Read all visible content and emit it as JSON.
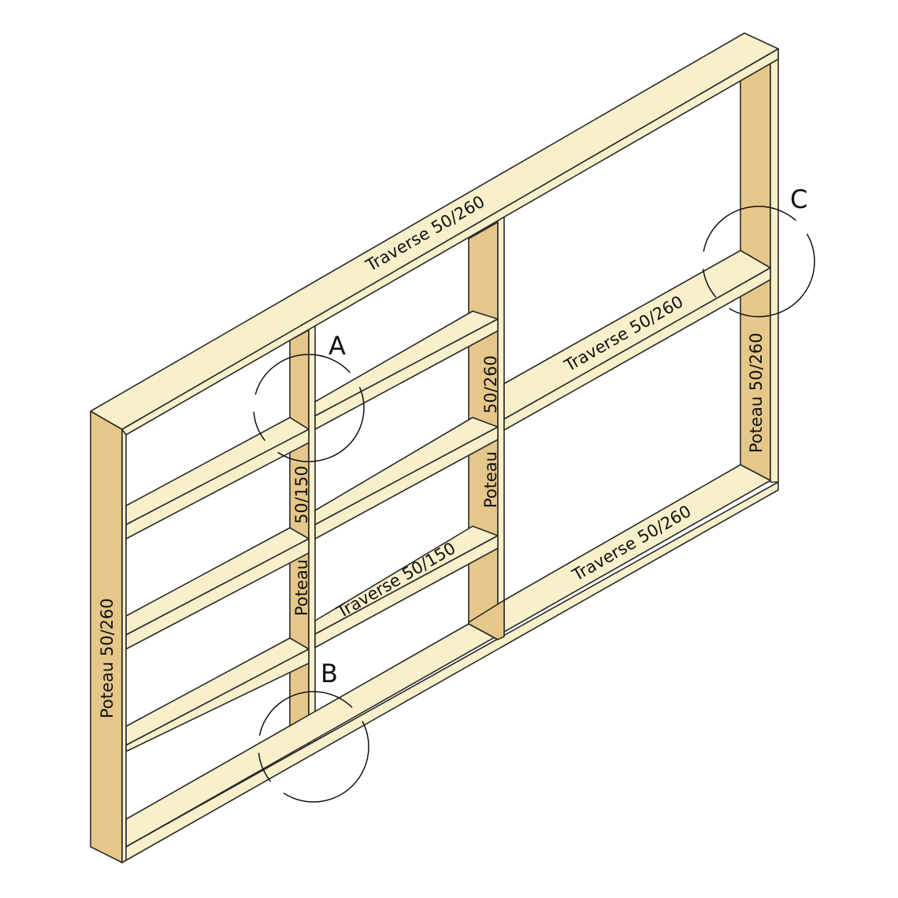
{
  "title": "Ossature bois – cadre",
  "labels": {
    "top_traverse": "Traverse 50/260",
    "middle_right_traverse": "Traverse 50/260",
    "bottom_right_traverse": "Traverse 50/260",
    "middle_traverse_150": "Traverse 50/150",
    "left_post": "Poteau 50/260",
    "right_post": "Poteau 50/260",
    "center_post_size": "50/260",
    "center_post_name": "Poteau",
    "inner_post_size": "50/150",
    "inner_post_name": "Poteau"
  },
  "details": [
    "A",
    "B",
    "C"
  ],
  "colors": {
    "wood_face": "#f8f0cb",
    "wood_side": "#e5c78a",
    "outline": "#2a2a2a"
  }
}
